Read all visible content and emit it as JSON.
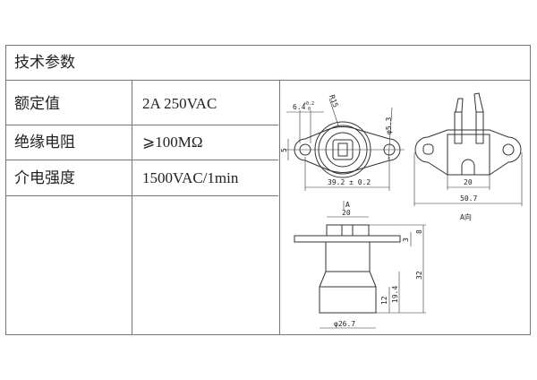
{
  "table": {
    "header": "技术参数",
    "rows": [
      {
        "label": "额定值",
        "value": "2A 250VAC"
      },
      {
        "label": "绝缘电阻",
        "value": "⩾100MΩ"
      },
      {
        "label": "介电强度",
        "value": "1500VAC/1min"
      }
    ]
  },
  "drawing": {
    "top_view": {
      "slot_width": "6.4",
      "slot_tol": "+0.2",
      "slot_tol_low": "0",
      "radius": "R15",
      "hole": "φ5.3",
      "height": "5",
      "hole_spacing": "39.2 ± 0.2"
    },
    "a_view": {
      "block_width": "20",
      "total_width": "50.7",
      "caption": "A向"
    },
    "side_view": {
      "arrow_label": "A",
      "cap_width": "20",
      "flange_thickness": "3",
      "cap_height": "8",
      "total_height": "32",
      "lower_height": "19.4",
      "base_height": "12",
      "base_diameter": "φ26.7"
    }
  }
}
